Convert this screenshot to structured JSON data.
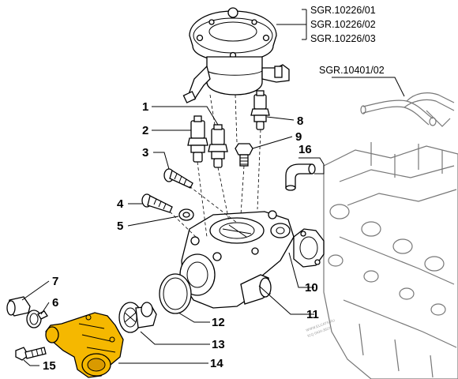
{
  "diagram": {
    "references": {
      "vacuum_pump": [
        "SGR.10226/01",
        "SGR.10226/02",
        "SGR.10226/03"
      ],
      "hose": "SGR.10401/02"
    },
    "callouts": [
      "1",
      "2",
      "3",
      "4",
      "5",
      "6",
      "7",
      "8",
      "9",
      "10",
      "11",
      "12",
      "13",
      "14",
      "15",
      "16"
    ],
    "watermark": [
      "WWW.ELCATS.RU",
      "ICQ 0434-3627"
    ],
    "highlight_color": "#f5b800"
  }
}
